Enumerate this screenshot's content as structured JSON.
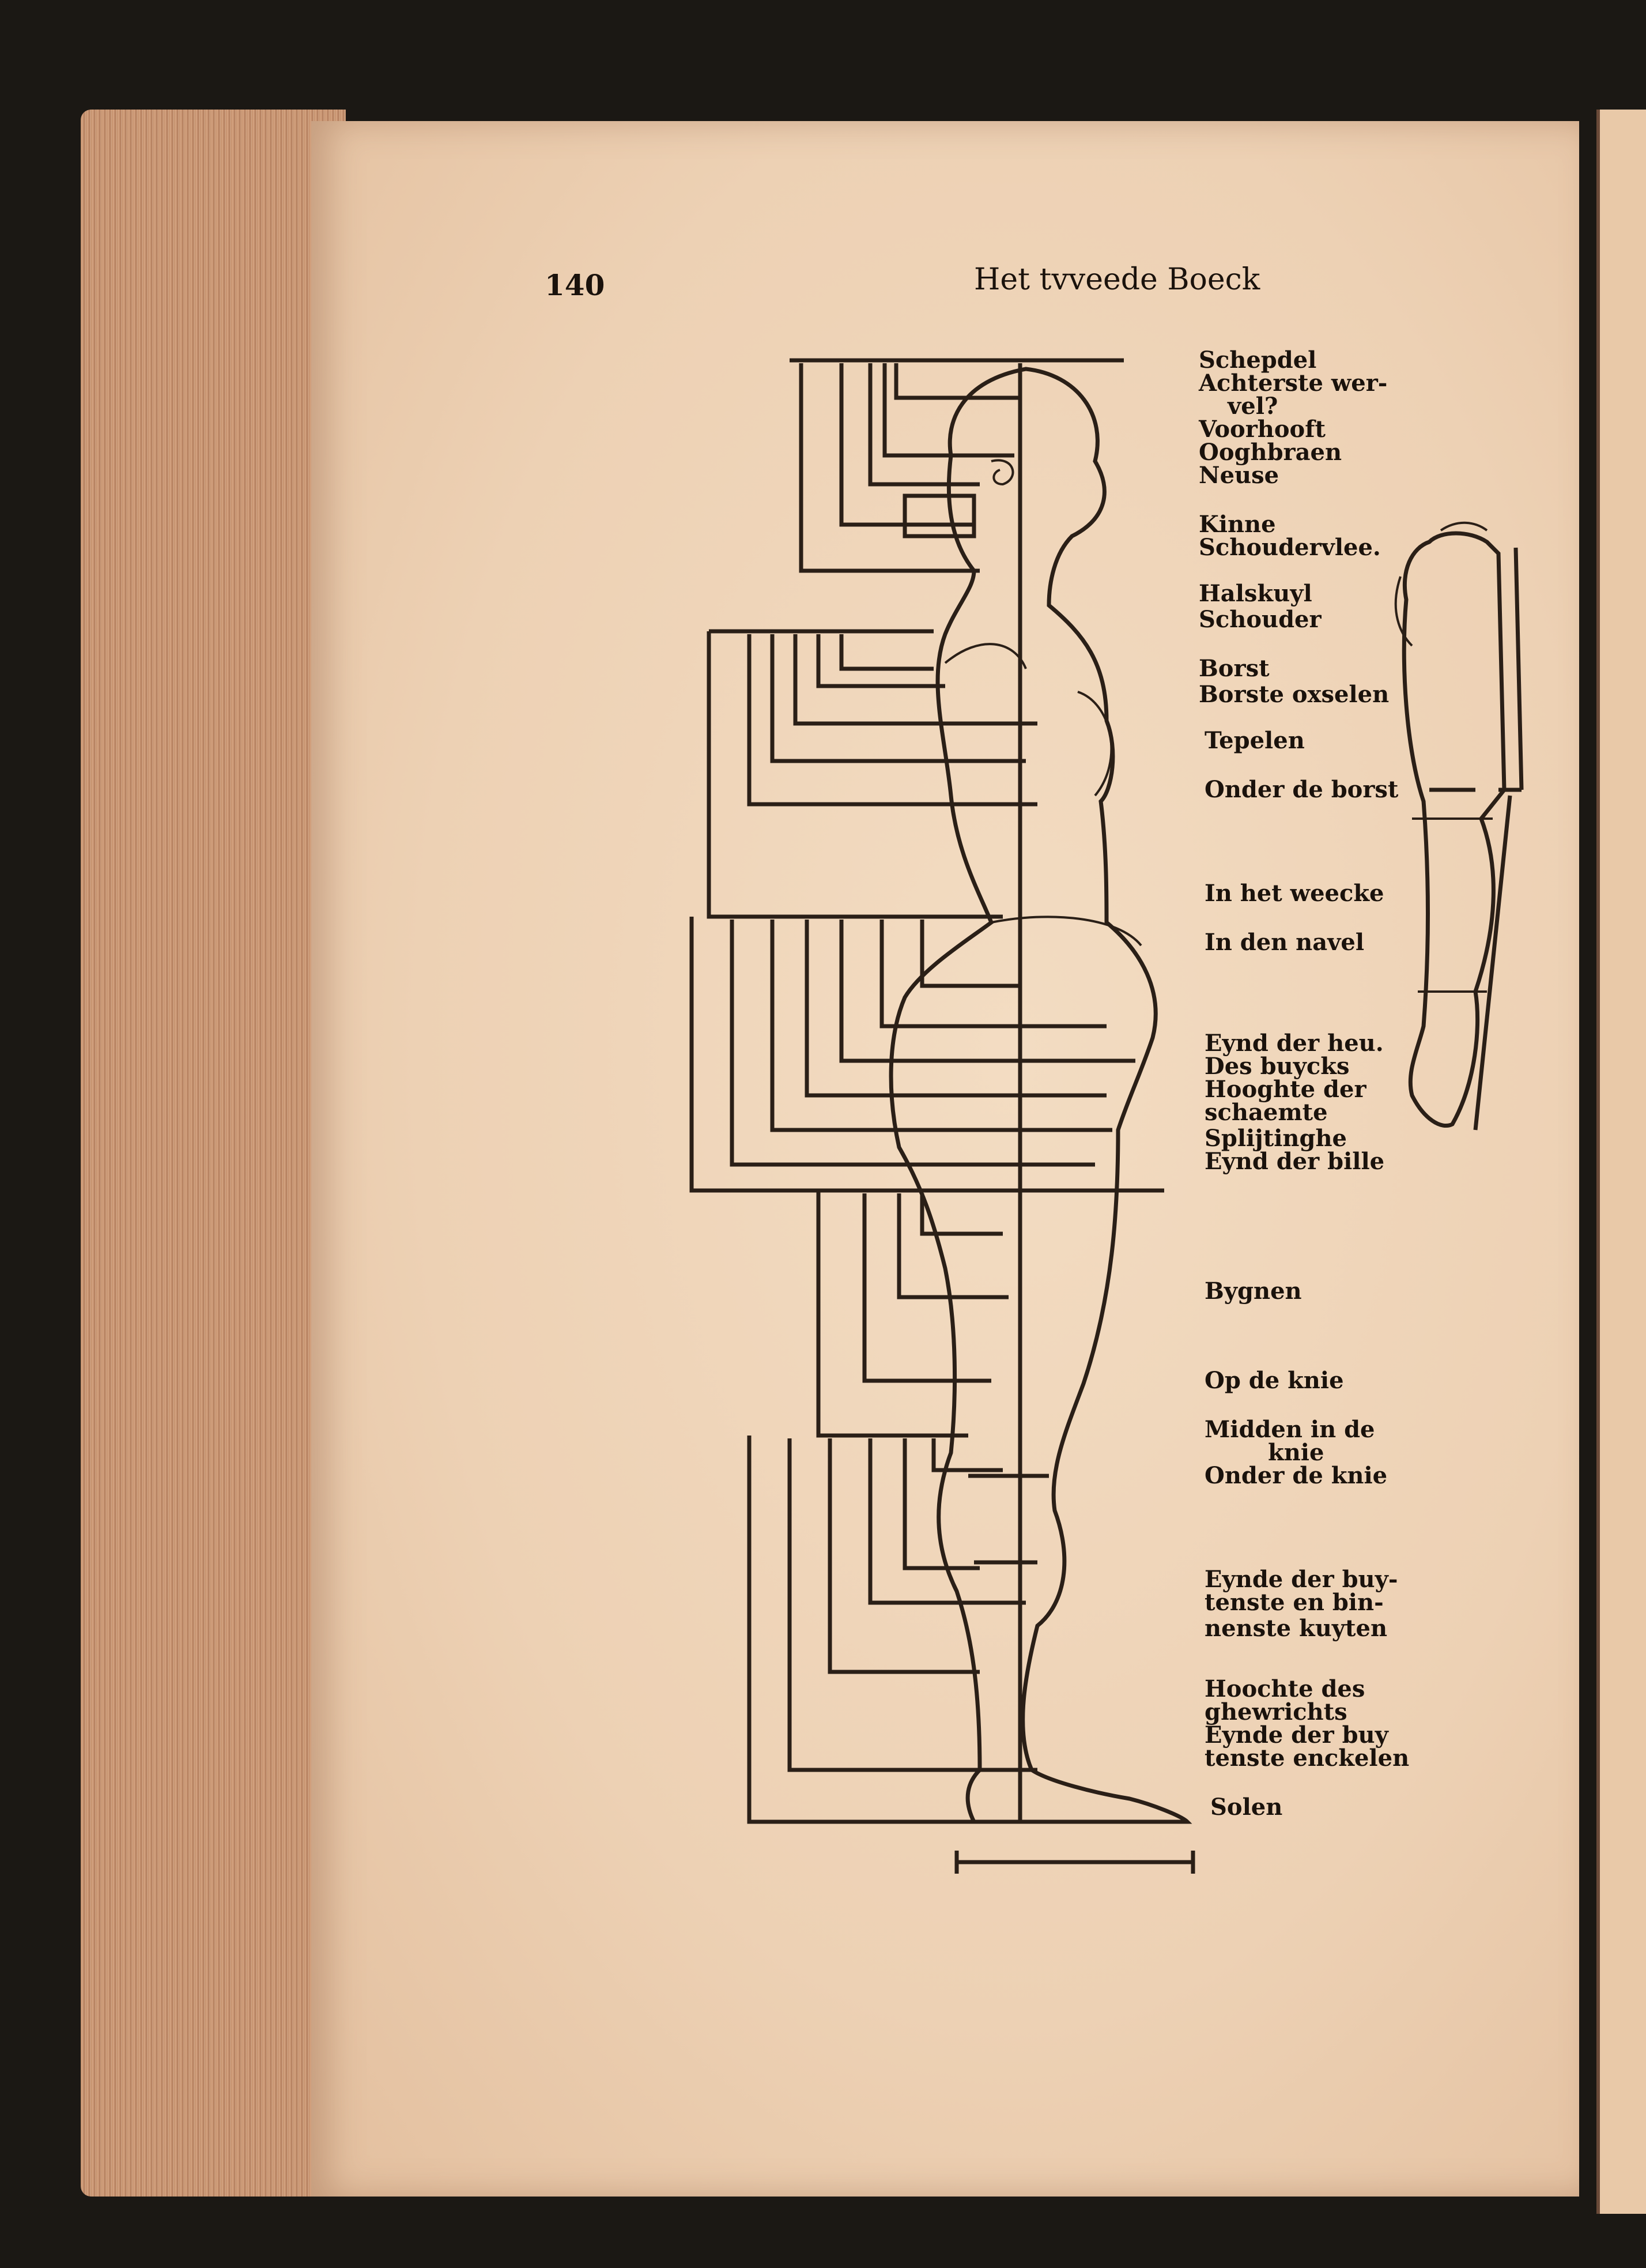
{
  "page": {
    "page_number": "140",
    "running_head": "Het tvveede Boeck"
  },
  "labels": [
    "Schepdel",
    "Achterste wer-",
    "vel?",
    "Voorhooft",
    "Ooghbraen",
    "Neuse",
    "Kinne",
    "Schoudervlee.",
    "Halskuyl",
    "Schouder",
    "Borst",
    "Borste oxselen",
    "Tepelen",
    "Onder de borst",
    "In het weecke",
    "In den navel",
    "Eynd der heu.",
    "Des buycks",
    "Hooghte der",
    "schaemte",
    "Splijtinghe",
    "Eynd der bille",
    "Bygnen",
    "Op de knie",
    "Midden in de",
    "knie",
    "Onder de knie",
    "Eynde der buy-",
    "tenste en bin-",
    "nenste kuyten",
    "Hoochte des",
    "ghewrichts",
    "Eynde der buy",
    "tenste enckelen",
    "Solen"
  ]
}
